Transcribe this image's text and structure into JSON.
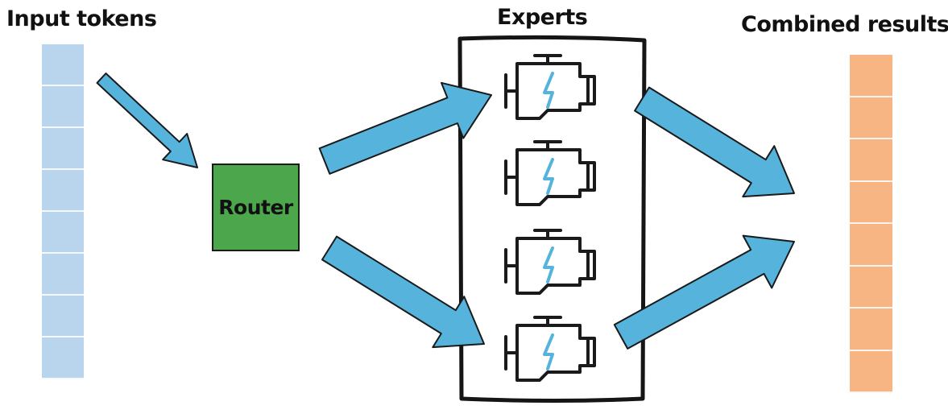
{
  "labels": {
    "input_tokens": "Input tokens",
    "experts": "Experts",
    "combined_results": "Combined results",
    "router": "Router"
  },
  "input_stack": {
    "cell_count": 8,
    "color": "#b9d5ee"
  },
  "output_stack": {
    "cell_count": 8,
    "color": "#f8b584"
  },
  "router_color": "#4ca74c",
  "arrow_color": "#55b3dc",
  "expert_icon": "engine-icon",
  "expert_count": 4
}
